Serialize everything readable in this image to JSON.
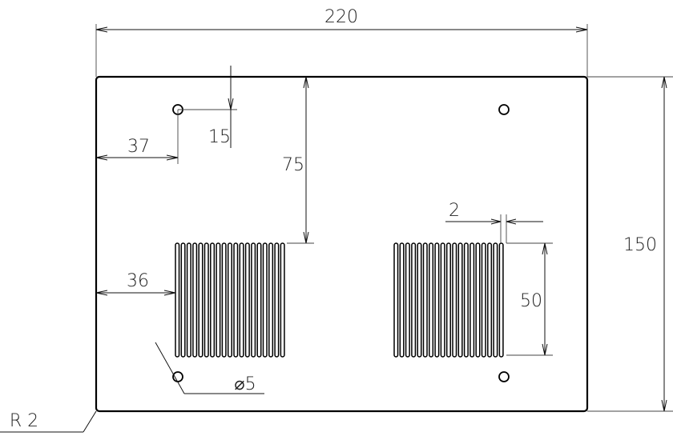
{
  "drawing": {
    "overall_width": "220",
    "overall_height": "150",
    "hole_edge_offset": "37",
    "hole_top_offset": "15",
    "vent_top_offset": "75",
    "vent_edge_offset": "36",
    "slot_width": "2",
    "vent_height": "50",
    "hole_diameter": "⌀5",
    "corner_radius": "R 2"
  }
}
